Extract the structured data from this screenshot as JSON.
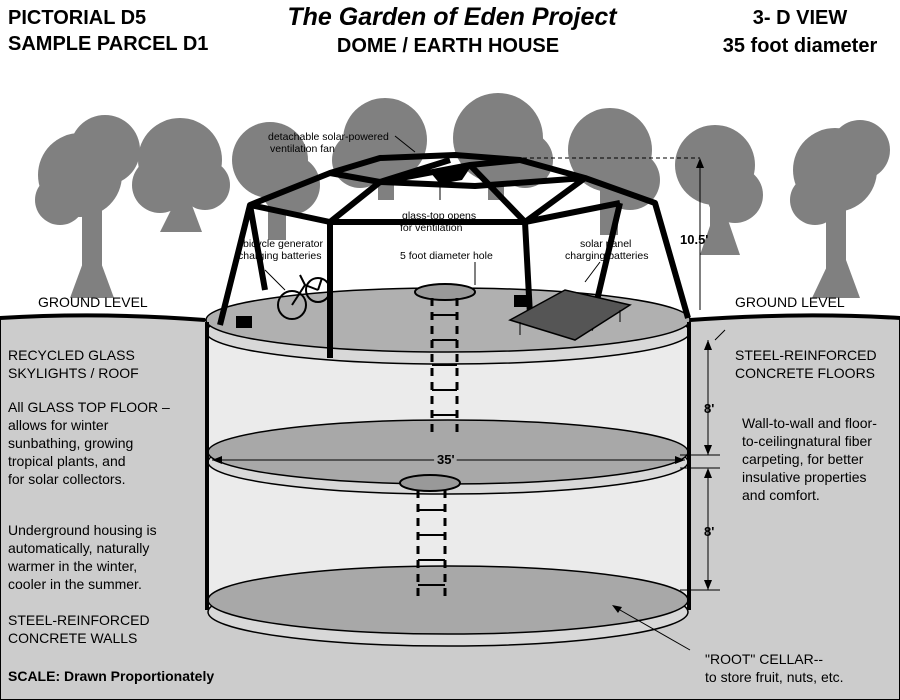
{
  "header": {
    "left": [
      "PICTORIAL  D5",
      "SAMPLE PARCEL  D1"
    ],
    "title": "The Garden of Eden Project",
    "subtitle": "DOME / EARTH HOUSE",
    "right": [
      "3- D  VIEW",
      "35 foot diameter"
    ]
  },
  "labels": {
    "ground_left": "GROUND LEVEL",
    "ground_right": "GROUND LEVEL",
    "fan": [
      "detachable solar-powered",
      "ventilation fan"
    ],
    "glass_top": [
      "glass-top opens",
      "for ventilation"
    ],
    "bicycle": [
      "bicycle generator",
      "charging batteries"
    ],
    "hole": "5 foot diameter hole",
    "solar": [
      "solar panel",
      "charging batteries"
    ],
    "height_dome": "10.5'",
    "height_floor1": "8'",
    "height_floor2": "8'",
    "diameter": "35'"
  },
  "left_notes": {
    "skylights": [
      "RECYCLED GLASS",
      "SKYLIGHTS / ROOF"
    ],
    "glass_floor": [
      "All GLASS TOP FLOOR –",
      "allows for winter",
      "sunbathing, growing",
      "tropical plants, and",
      "for solar collectors."
    ],
    "underground": [
      "Underground housing is",
      "automatically, naturally",
      "warmer  in the winter,",
      "cooler in the summer."
    ],
    "walls": [
      "STEEL-REINFORCED",
      "CONCRETE WALLS"
    ],
    "scale": "SCALE: Drawn Proportionately"
  },
  "right_notes": {
    "floors": [
      "STEEL-REINFORCED",
      "CONCRETE FLOORS"
    ],
    "carpet": [
      "Wall-to-wall and floor-",
      "to-ceilingnatural fiber",
      "carpeting, for better",
      "insulative properties",
      "and comfort."
    ],
    "cellar": [
      "\"ROOT\" CELLAR--",
      "to store fruit, nuts, etc."
    ]
  }
}
